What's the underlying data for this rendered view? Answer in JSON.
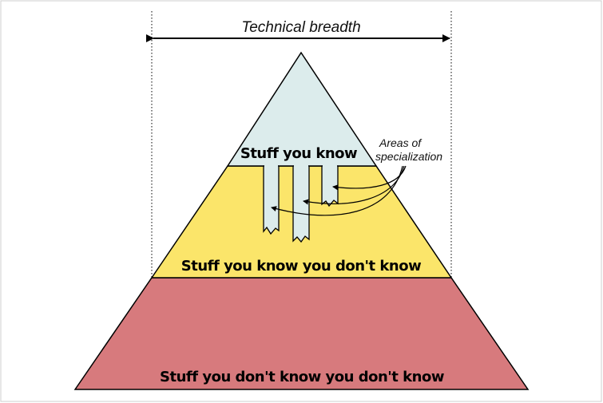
{
  "diagram": {
    "title": "Technical breadth",
    "tiers": {
      "top": {
        "label": "Stuff you know",
        "color": "#dcecec"
      },
      "middle": {
        "label": "Stuff you know you don't know",
        "color": "#fbe56a"
      },
      "bottom": {
        "label": "Stuff you don't know you don't know",
        "color": "#d77a7d"
      }
    },
    "annotation": {
      "line1": "Areas of",
      "line2": "specialization"
    }
  }
}
